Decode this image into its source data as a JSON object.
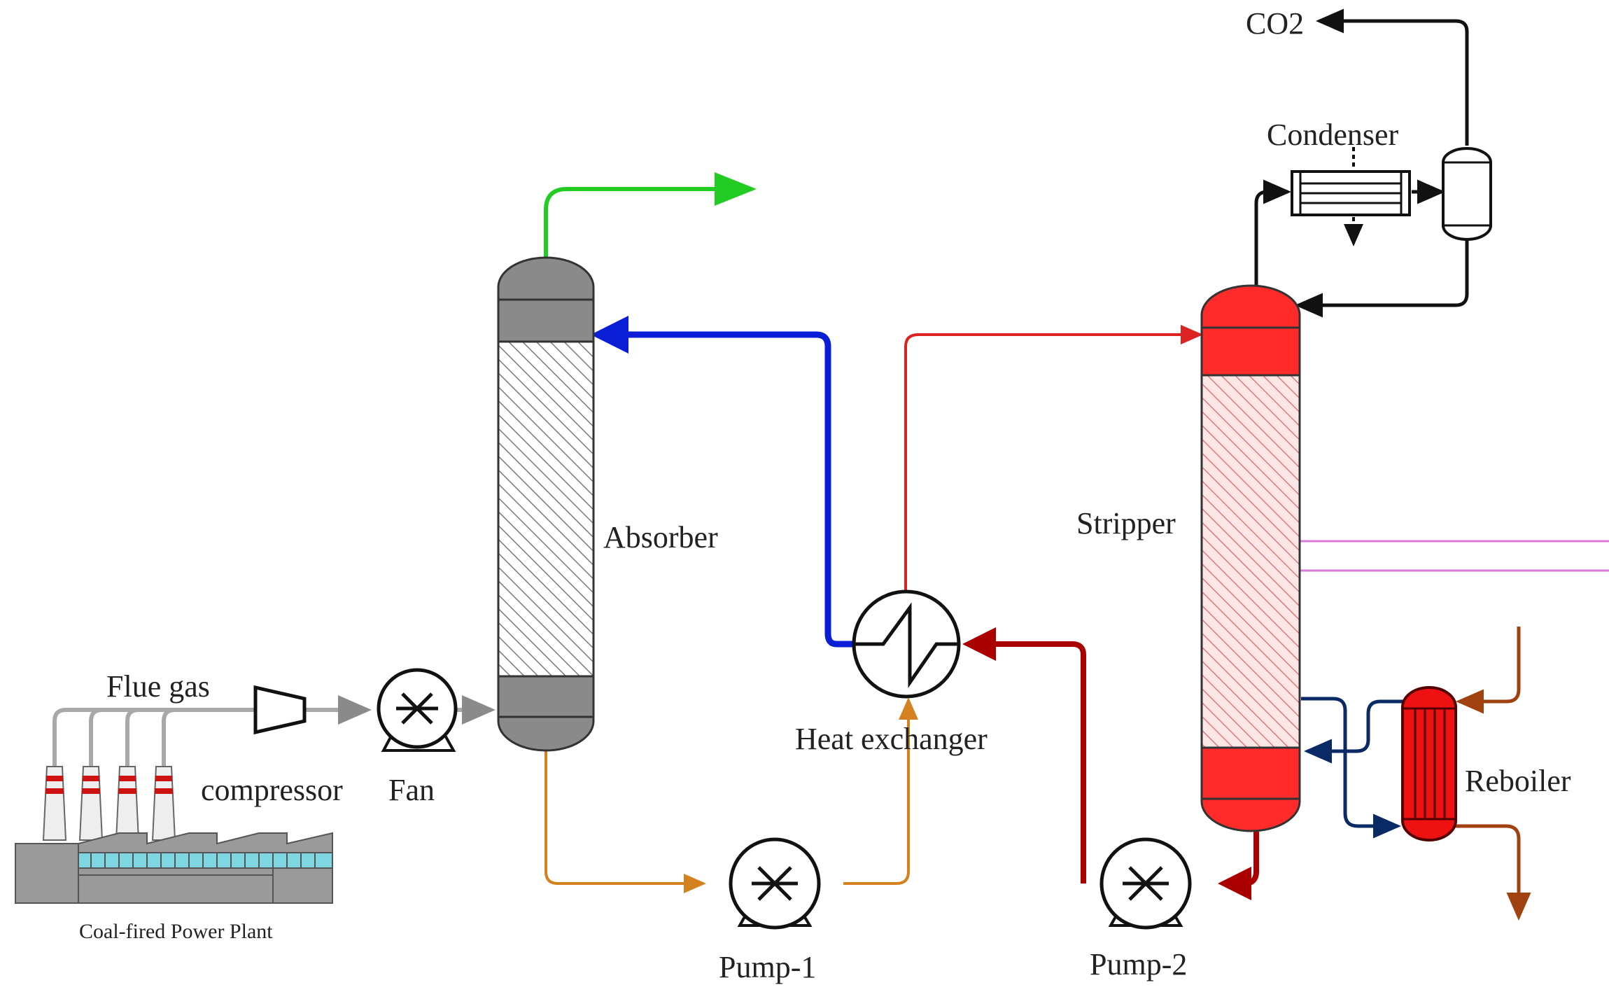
{
  "labels": {
    "co2": "CO2",
    "condenser": "Condenser",
    "absorber": "Absorber",
    "stripper": "Stripper",
    "flue_gas": "Flue gas",
    "compressor": "compressor",
    "fan": "Fan",
    "heat_exchanger": "Heat exchanger",
    "reboiler": "Reboiler",
    "pump_1": "Pump-1",
    "pump_2": "Pump-2",
    "power_plant": "Coal-fired Power Plant"
  },
  "colors": {
    "clean_gas": "#22cc22",
    "lean_solvent": "#0a1ed6",
    "rich_solvent_cold": "#d4821f",
    "rich_solvent_hot": "#dd2222",
    "lean_solvent_hot": "#aa0000",
    "flue_gas": "#a8a8a8",
    "steam": "#a0420f",
    "reboiler_loop": "#0a2a66",
    "overhead": "#111111",
    "absorber_body": "#888888",
    "stripper_body": "#ff2a2a",
    "reboiler_body": "#ee1111"
  }
}
